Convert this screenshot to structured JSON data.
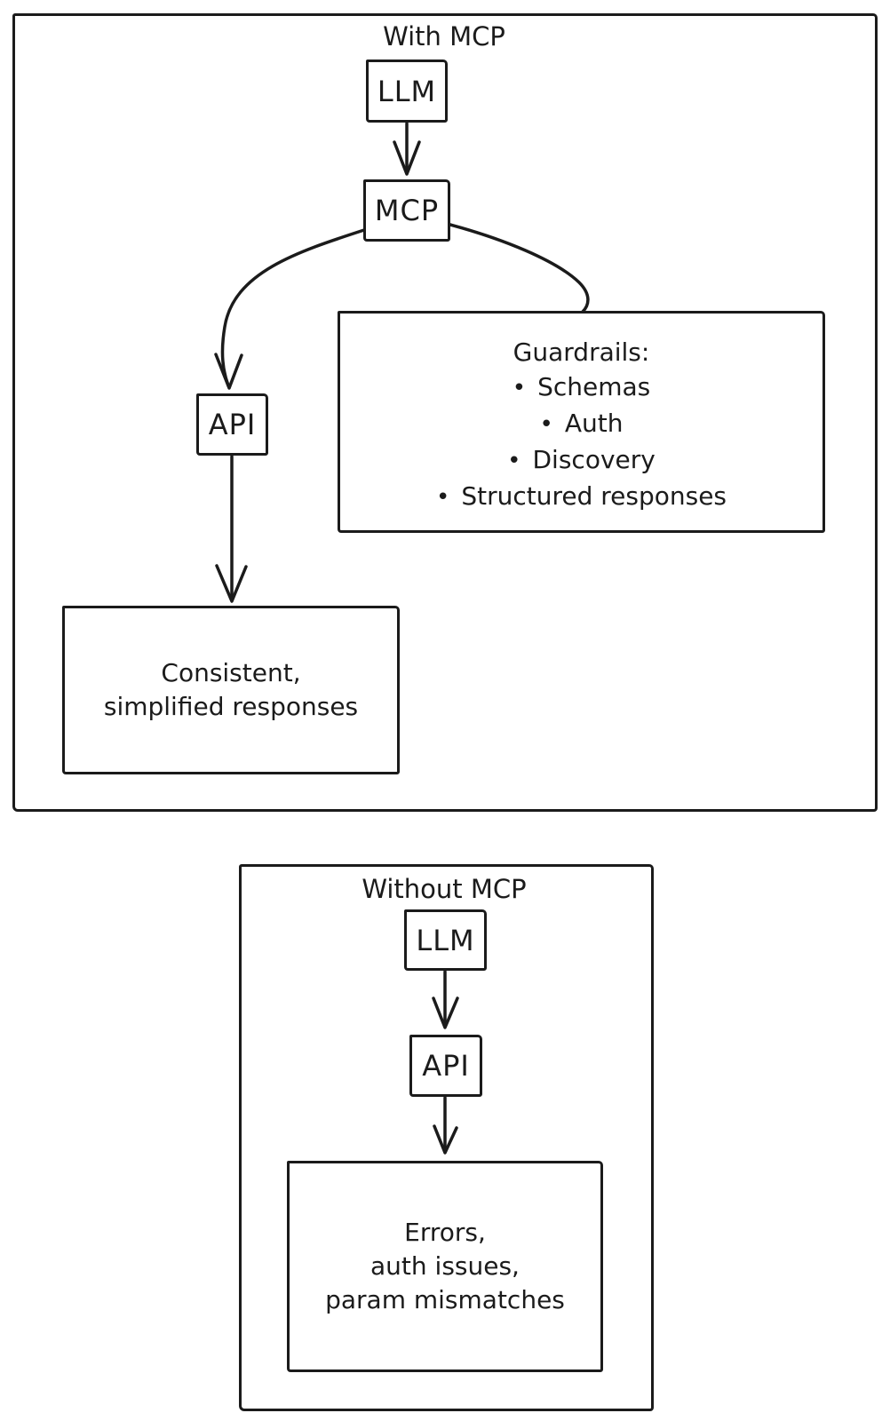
{
  "colors": {
    "stroke": "#1b1b1b",
    "background": "#ffffff"
  },
  "with_mcp": {
    "title": "With MCP",
    "llm_label": "LLM",
    "mcp_label": "MCP",
    "api_label": "API",
    "guardrails": {
      "heading": "Guardrails:",
      "bullet": "•",
      "items": [
        "Schemas",
        "Auth",
        "Discovery",
        "Structured responses"
      ]
    },
    "outcome_lines": [
      "Consistent,",
      "simplified responses"
    ]
  },
  "without_mcp": {
    "title": "Without MCP",
    "llm_label": "LLM",
    "api_label": "API",
    "outcome_lines": [
      "Errors,",
      "auth issues,",
      "param mismatches"
    ]
  }
}
